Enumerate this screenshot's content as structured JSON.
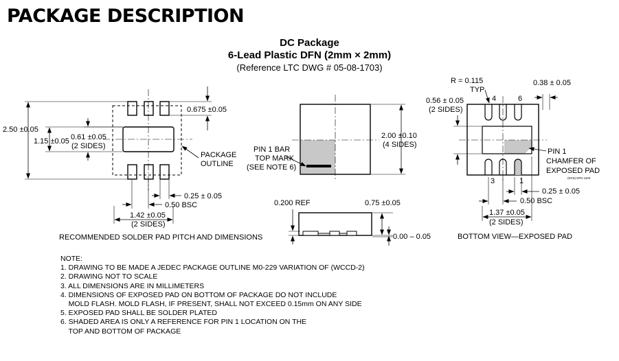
{
  "header": {
    "title": "PACKAGE DESCRIPTION"
  },
  "package": {
    "name": "DC Package",
    "subtitle": "6-Lead Plastic DFN (2mm × 2mm)",
    "reference": "(Reference LTC DWG # 05-08-1703)"
  },
  "solder_pad": {
    "dim_675": "0.675 ±0.05",
    "dim_250": "2.50 ±0.05",
    "dim_115": "1.15 ±0.05",
    "dim_061": "0.61 ±0.05",
    "dim_061_sub": "(2 SIDES)",
    "package_outline_1": "PACKAGE",
    "package_outline_2": "OUTLINE",
    "dim_025": "0.25 ± 0.05",
    "dim_050": "0.50 BSC",
    "dim_142": "1.42 ±0.05",
    "dim_142_sub": "(2 SIDES)",
    "caption": "RECOMMENDED SOLDER PAD PITCH AND DIMENSIONS"
  },
  "top_view": {
    "pin1_1": "PIN 1 BAR",
    "pin1_2": "TOP MARK",
    "pin1_3": "(SEE NOTE 6)",
    "dim_200": "2.00 ±0.10",
    "dim_200_sub": "(4 SIDES)"
  },
  "side_view": {
    "ref": "0.200 REF",
    "dim_075": "0.75 ±0.05",
    "dim_000": "0.00 – 0.05"
  },
  "bottom_view": {
    "radius": "R = 0.115",
    "radius_sub": "TYP",
    "dim_056": "0.56 ± 0.05",
    "dim_056_sub": "(2 SIDES)",
    "dim_038": "0.38 ± 0.05",
    "pin_4": "4",
    "pin_6": "6",
    "pin_3": "3",
    "pin_1": "1",
    "pin1_chamfer_1": "PIN 1",
    "pin1_chamfer_2": "CHAMFER OF",
    "pin1_chamfer_3": "EXPOSED PAD",
    "drawing_code": "(DC6) DFN 1103",
    "dim_025": "0.25 ± 0.05",
    "dim_050": "0.50 BSC",
    "dim_137": "1.37 ±0.05",
    "dim_137_sub": "(2 SIDES)",
    "caption": "BOTTOM VIEW—EXPOSED PAD"
  },
  "notes": {
    "heading": "NOTE:",
    "items": [
      "1. DRAWING TO BE MADE A JEDEC PACKAGE OUTLINE M0-229 VARIATION OF (WCCD-2)",
      "2. DRAWING NOT TO SCALE",
      "3. ALL DIMENSIONS ARE IN MILLIMETERS",
      "4. DIMENSIONS OF EXPOSED PAD ON BOTTOM OF PACKAGE DO NOT INCLUDE",
      "    MOLD FLASH. MOLD FLASH, IF PRESENT, SHALL NOT EXCEED 0.15mm ON ANY SIDE",
      "5. EXPOSED PAD SHALL BE SOLDER PLATED",
      "6. SHADED AREA IS ONLY A REFERENCE FOR PIN 1 LOCATION ON THE",
      "    TOP AND BOTTOM OF PACKAGE"
    ]
  }
}
